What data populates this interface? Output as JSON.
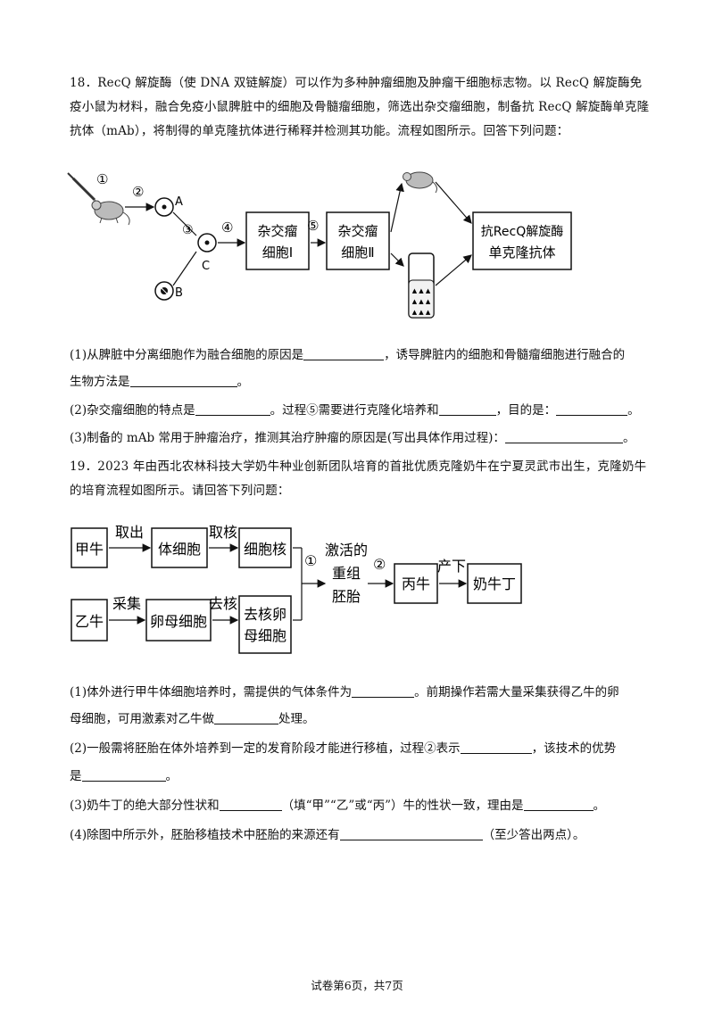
{
  "q18": {
    "intro": "18．RecQ 解旋酶（使 DNA 双链解旋）可以作为多种肿瘤细胞及肿瘤干细胞标志物。以 RecQ 解旋酶免疫小鼠为材料，融合免疫小鼠脾脏中的细胞及骨髓瘤细胞，筛选出杂交瘤细胞，制备抗 RecQ 解旋酶单克隆抗体（mAb），将制得的单克隆抗体进行稀释并检测其功能。流程如图所示。回答下列问题：",
    "diagram": {
      "step1": "①",
      "step2": "②",
      "step3": "③",
      "step4": "④",
      "step5": "⑤",
      "label_a": "A",
      "label_b": "B",
      "label_c": "C",
      "box1_line1": "杂交瘤",
      "box1_line2": "细胞Ⅰ",
      "box2_line1": "杂交瘤",
      "box2_line2": "细胞Ⅱ",
      "box3_line1": "抗RecQ解旋酶",
      "box3_line2": "单克隆抗体"
    },
    "q1_a": "(1)从脾脏中分离细胞作为融合细胞的原因是",
    "q1_b": "，诱导脾脏内的细胞和骨髓瘤细胞进行融合的",
    "q1_c": "生物方法是",
    "q1_end": "。",
    "q2_a": "(2)杂交瘤细胞的特点是",
    "q2_b": "。过程⑤需要进行克隆化培养和",
    "q2_c": "，目的是：",
    "q2_end": "。",
    "q3_a": "(3)制备的 mAb 常用于肿瘤治疗，推测其治疗肿瘤的原因是(写出具体作用过程)：",
    "q3_end": "。"
  },
  "q19": {
    "intro": "19．2023 年由西北农林科技大学奶牛种业创新团队培育的首批优质克隆奶牛在宁夏灵武市出生，克隆奶牛的培育流程如图所示。请回答下列问题：",
    "diagram": {
      "jia": "甲牛",
      "take_out": "取出",
      "somatic": "体细胞",
      "take_nucleus": "取核",
      "nucleus": "细胞核",
      "yi": "乙牛",
      "collect": "采集",
      "oocyte": "卵母细胞",
      "enucleate": "去核",
      "enuc_line1": "去核卵",
      "enuc_line2": "母细胞",
      "step1": "①",
      "embryo_line1": "激活的",
      "embryo_line2": "重组",
      "embryo_line3": "胚胎",
      "step2": "②",
      "bing": "丙牛",
      "give_birth": "产下",
      "ding": "奶牛丁"
    },
    "q1_a": "(1)体外进行甲牛体细胞培养时，需提供的气体条件为",
    "q1_b": "。前期操作若需大量采集获得乙牛的卵",
    "q1_c": "母细胞，可用激素对乙牛做",
    "q1_d": "处理。",
    "q2_a": "(2)一般需将胚胎在体外培养到一定的发育阶段才能进行移植，过程②表示",
    "q2_b": "，该技术的优势",
    "q2_c": "是",
    "q2_end": "。",
    "q3_a": "(3)奶牛丁的绝大部分性状和",
    "q3_b": "（填“甲”“乙”或“丙”）牛的性状一致，理由是",
    "q3_end": "。",
    "q4_a": "(4)除图中所示外，胚胎移植技术中胚胎的来源还有",
    "q4_b": "（至少答出两点）。"
  },
  "footer": "试卷第6页，共7页"
}
